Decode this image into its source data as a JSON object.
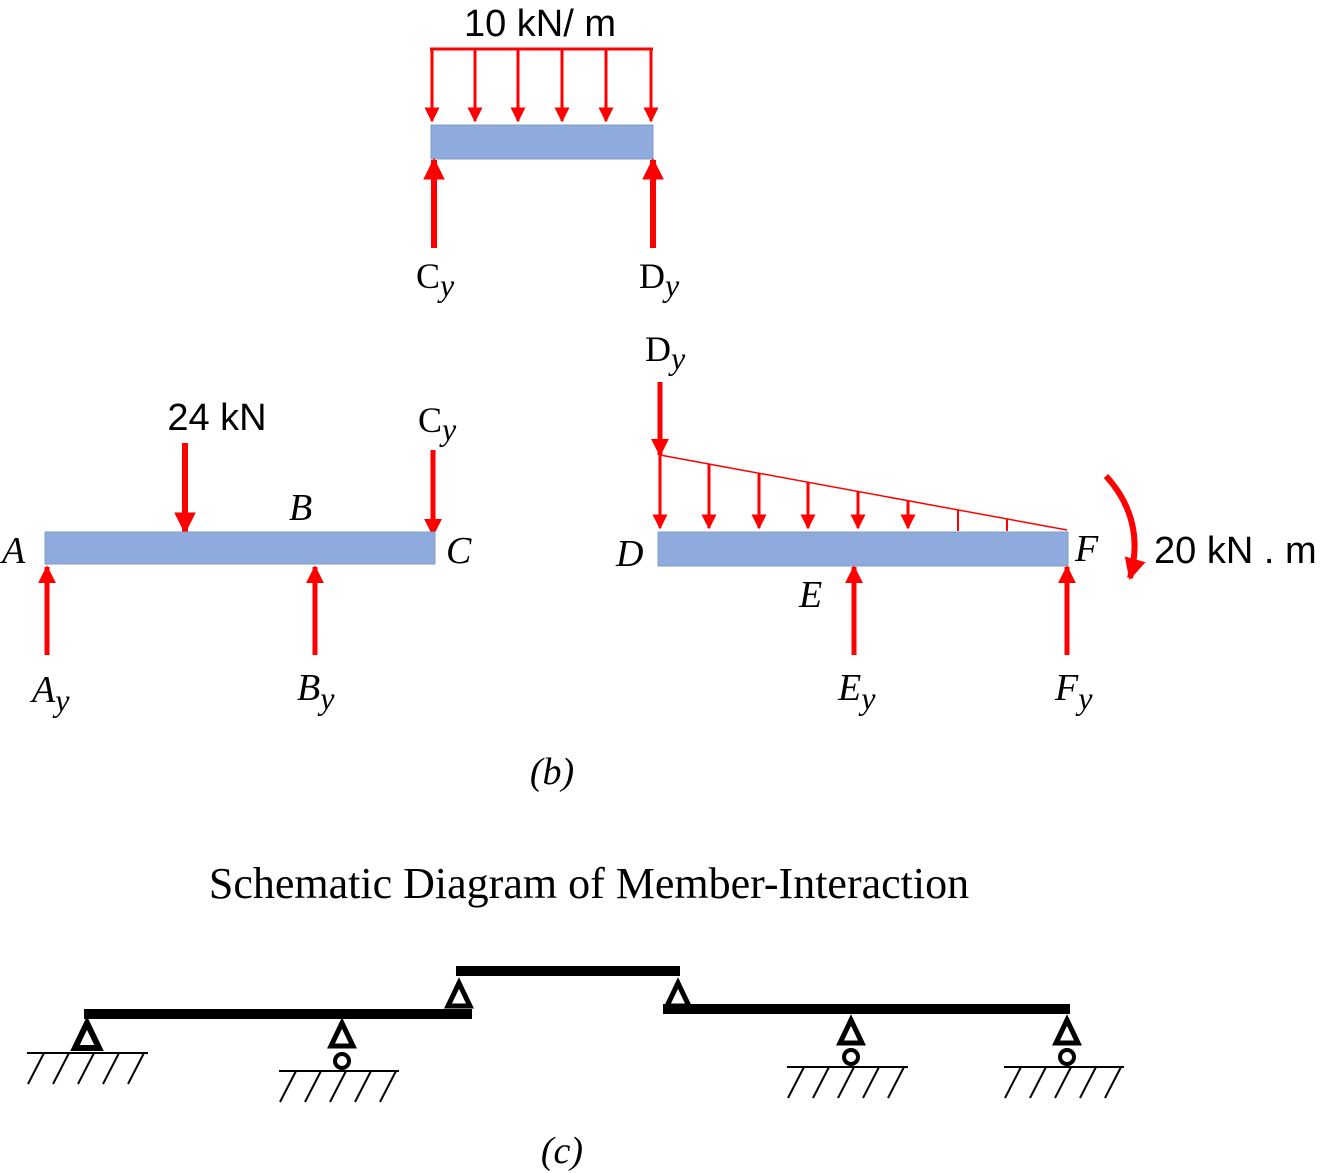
{
  "top_member": {
    "load_label": "10 kN/ m",
    "reaction_left": {
      "main": "C",
      "sub": "y"
    },
    "reaction_right": {
      "main": "D",
      "sub": "y"
    }
  },
  "left_member": {
    "point_load_label": "24 kN",
    "end_force": {
      "main": "C",
      "sub": "y"
    },
    "node_A": "A",
    "node_B": "B",
    "node_C": "C",
    "reaction_A": {
      "main": "A",
      "sub": "y"
    },
    "reaction_B": {
      "main": "B",
      "sub": "y"
    }
  },
  "right_member": {
    "end_force": {
      "main": "D",
      "sub": "y"
    },
    "node_D": "D",
    "node_E": "E",
    "node_F": "F",
    "moment_label": "20 kN . m",
    "reaction_E": {
      "main": "E",
      "sub": "y"
    },
    "reaction_F": {
      "main": "F",
      "sub": "y"
    }
  },
  "caption_b": "(b)",
  "schematic": {
    "title": "Schematic Diagram of Member-Interaction",
    "caption": "(c)"
  },
  "colors": {
    "beam": "#8faadc",
    "force": "#ff0000",
    "schematic": "#000000"
  }
}
